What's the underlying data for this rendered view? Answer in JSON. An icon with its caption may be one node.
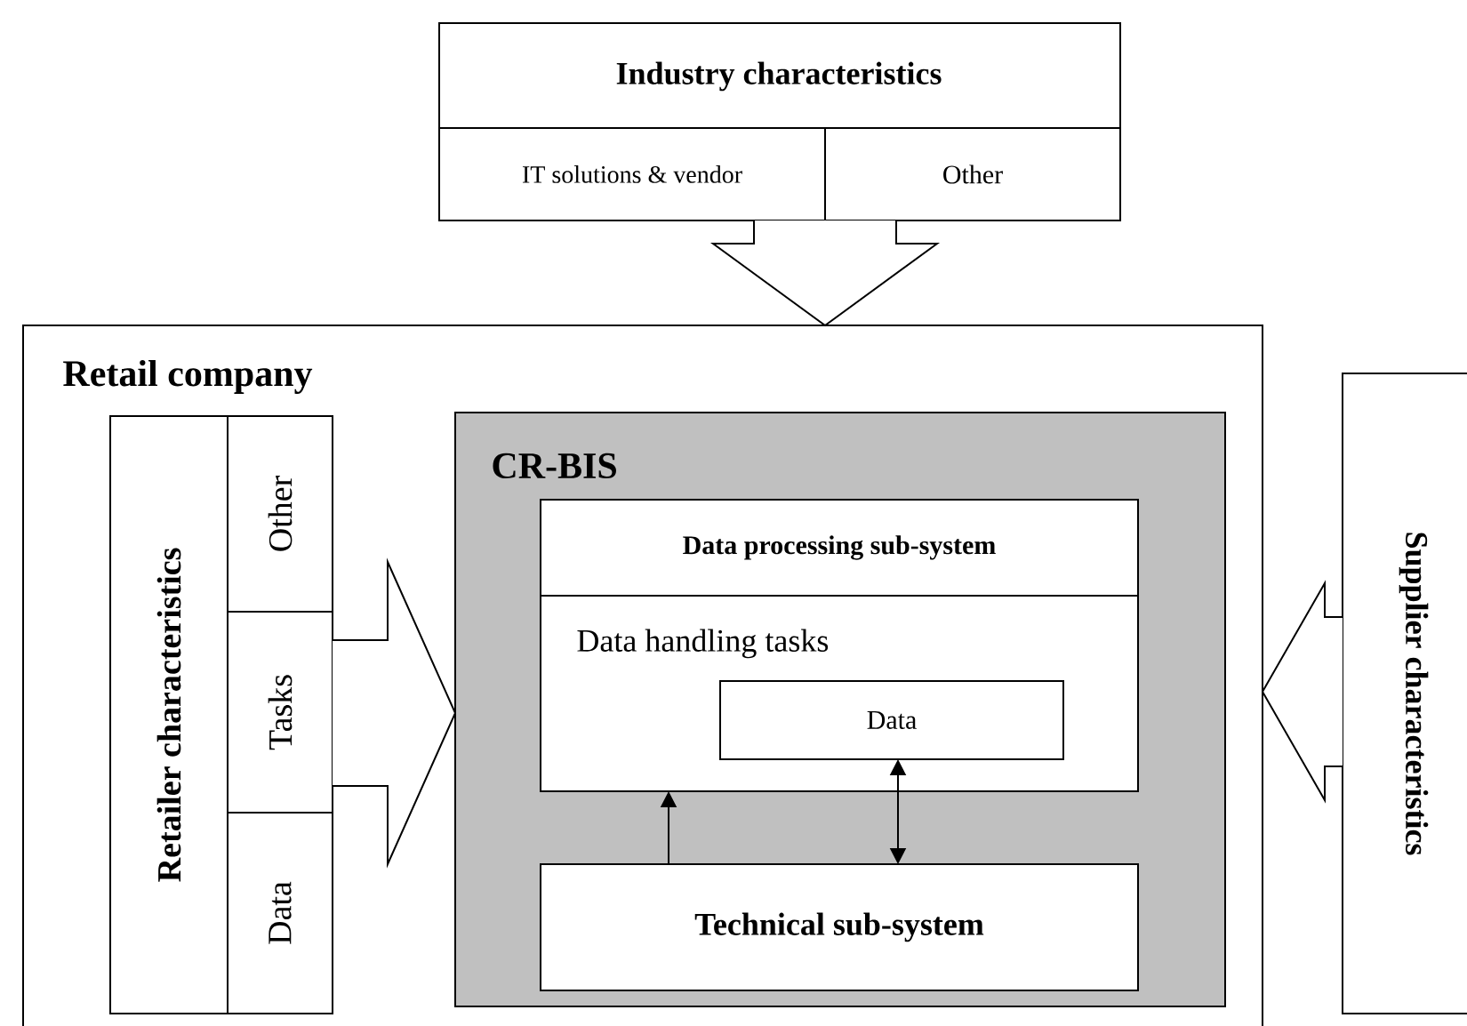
{
  "diagram": {
    "nodes": [
      {
        "text": [
          "Industry characteristics"
        ]
      },
      {
        "text": [
          "IT solutions & vendor"
        ],
        "in": 0
      },
      {
        "text": [
          "Other"
        ],
        "in": 0
      },
      {
        "text": [
          "Retail company"
        ]
      },
      {
        "text": [
          "Retailer characteristics"
        ],
        "in": 3
      },
      {
        "text": [
          "Other"
        ],
        "in": 4
      },
      {
        "text": [
          "Tasks"
        ],
        "in": 4
      },
      {
        "text": [
          "Data"
        ],
        "in": 4
      },
      {
        "text": [
          "CR-BIS"
        ],
        "in": 3
      },
      {
        "text": [
          "Data processing sub-system",
          "Data handling tasks"
        ],
        "in": 8
      },
      {
        "text": [
          "Data"
        ],
        "in": 9
      },
      {
        "text": [
          "Technical sub-system"
        ],
        "in": 8
      },
      {
        "text": [
          "Supplier characteristics"
        ]
      }
    ],
    "edges": [
      {
        "from": 0,
        "to": 3,
        "arrow": "to",
        "style": "thick"
      },
      {
        "from": 6,
        "to": 8,
        "arrow": "to",
        "style": "thick"
      },
      {
        "from": 12,
        "to": 3,
        "arrow": "to",
        "style": "thick"
      },
      {
        "from": 11,
        "to": 9,
        "arrow": "to"
      },
      {
        "from": 10,
        "to": 11,
        "arrow": "both"
      }
    ]
  }
}
